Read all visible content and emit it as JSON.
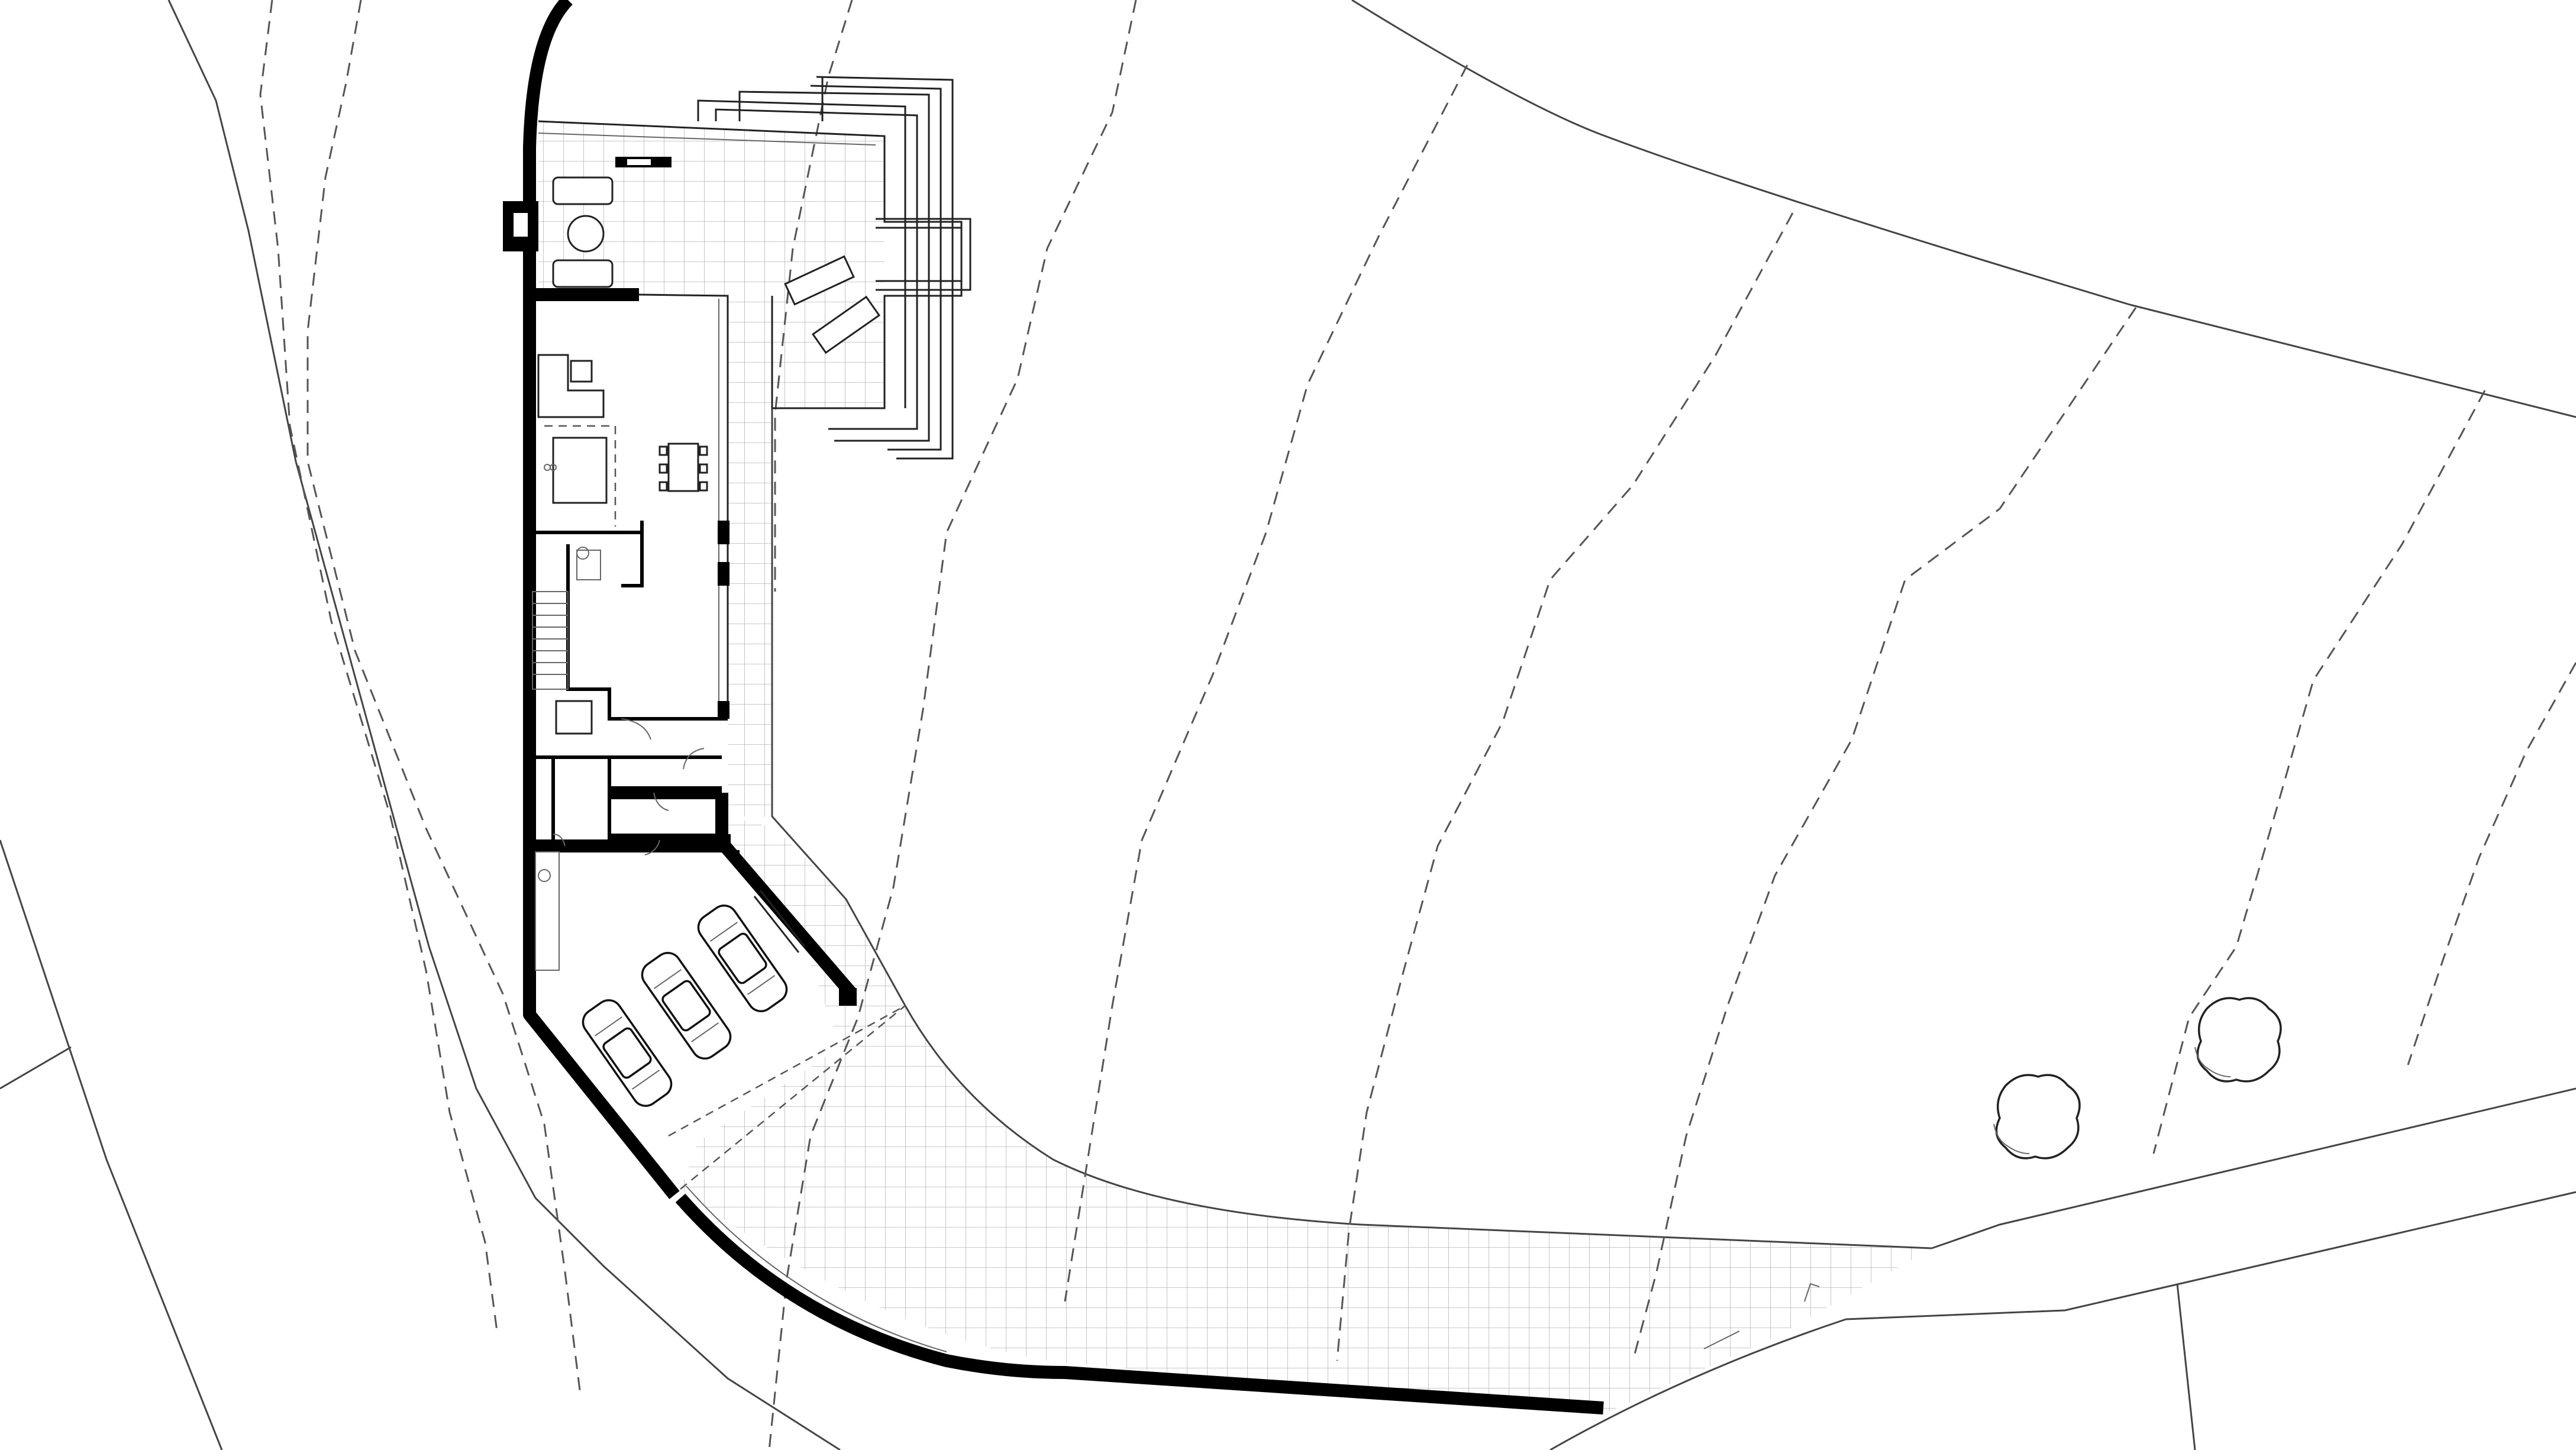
{
  "drawing": {
    "type": "architectural site / ground floor plan",
    "colors": {
      "background": "#ffffff",
      "walls": "#000000",
      "lines": "#444444",
      "paving_grid": "#bbbbbb"
    },
    "elements": {
      "cars": 3,
      "trees": 2,
      "stair_flights": 2
    }
  }
}
